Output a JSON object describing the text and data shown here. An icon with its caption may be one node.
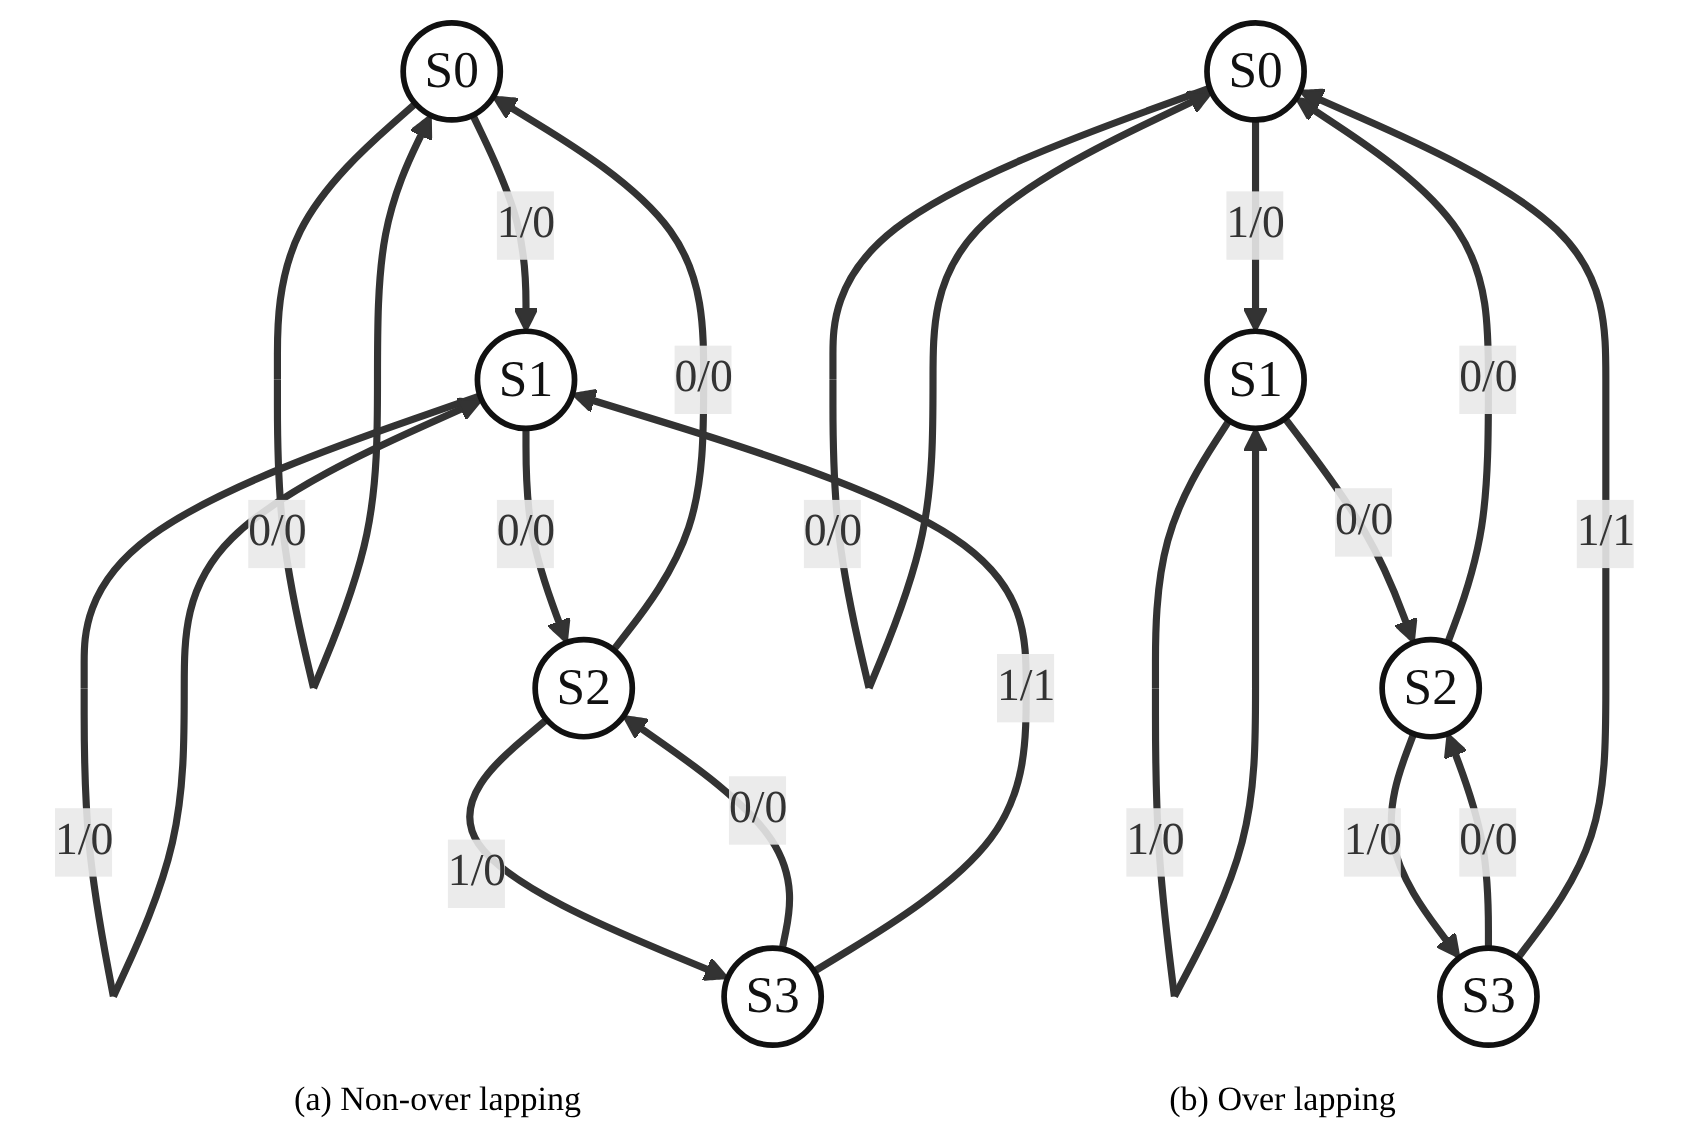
{
  "diagram": {
    "nodes": [
      {
        "text": [
          "S0"
        ]
      },
      {
        "text": [
          "S1"
        ]
      },
      {
        "text": [
          "S2"
        ]
      },
      {
        "text": [
          "S3"
        ]
      },
      {
        "text": [
          "S0"
        ]
      },
      {
        "text": [
          "S1"
        ]
      },
      {
        "text": [
          "S2"
        ]
      },
      {
        "text": [
          "S3"
        ]
      }
    ],
    "edges": [
      {
        "from": 0,
        "to": 0,
        "arrow": "to",
        "label": "0/0"
      },
      {
        "from": 0,
        "to": 1,
        "arrow": "to",
        "label": "1/0"
      },
      {
        "from": 1,
        "to": 1,
        "arrow": "to",
        "label": "1/0"
      },
      {
        "from": 1,
        "to": 2,
        "arrow": "to",
        "label": "0/0"
      },
      {
        "from": 2,
        "to": 0,
        "arrow": "to",
        "label": "0/0"
      },
      {
        "from": 2,
        "to": 3,
        "arrow": "to",
        "label": "1/0"
      },
      {
        "from": 3,
        "to": 2,
        "arrow": "to",
        "label": "0/0"
      },
      {
        "from": 3,
        "to": 1,
        "arrow": "to",
        "label": "1/1"
      },
      {
        "from": 4,
        "to": 4,
        "arrow": "to",
        "label": "0/0"
      },
      {
        "from": 4,
        "to": 5,
        "arrow": "to",
        "label": "1/0"
      },
      {
        "from": 5,
        "to": 5,
        "arrow": "to",
        "label": "1/0"
      },
      {
        "from": 5,
        "to": 6,
        "arrow": "to",
        "label": "0/0"
      },
      {
        "from": 6,
        "to": 4,
        "arrow": "to",
        "label": "0/0"
      },
      {
        "from": 6,
        "to": 7,
        "arrow": "to",
        "label": "1/0"
      },
      {
        "from": 7,
        "to": 6,
        "arrow": "to",
        "label": "0/0"
      },
      {
        "from": 7,
        "to": 4,
        "arrow": "to",
        "label": "1/1"
      }
    ],
    "labels": [
      "(a) Non-over lapping",
      "(b) Over lapping"
    ]
  }
}
